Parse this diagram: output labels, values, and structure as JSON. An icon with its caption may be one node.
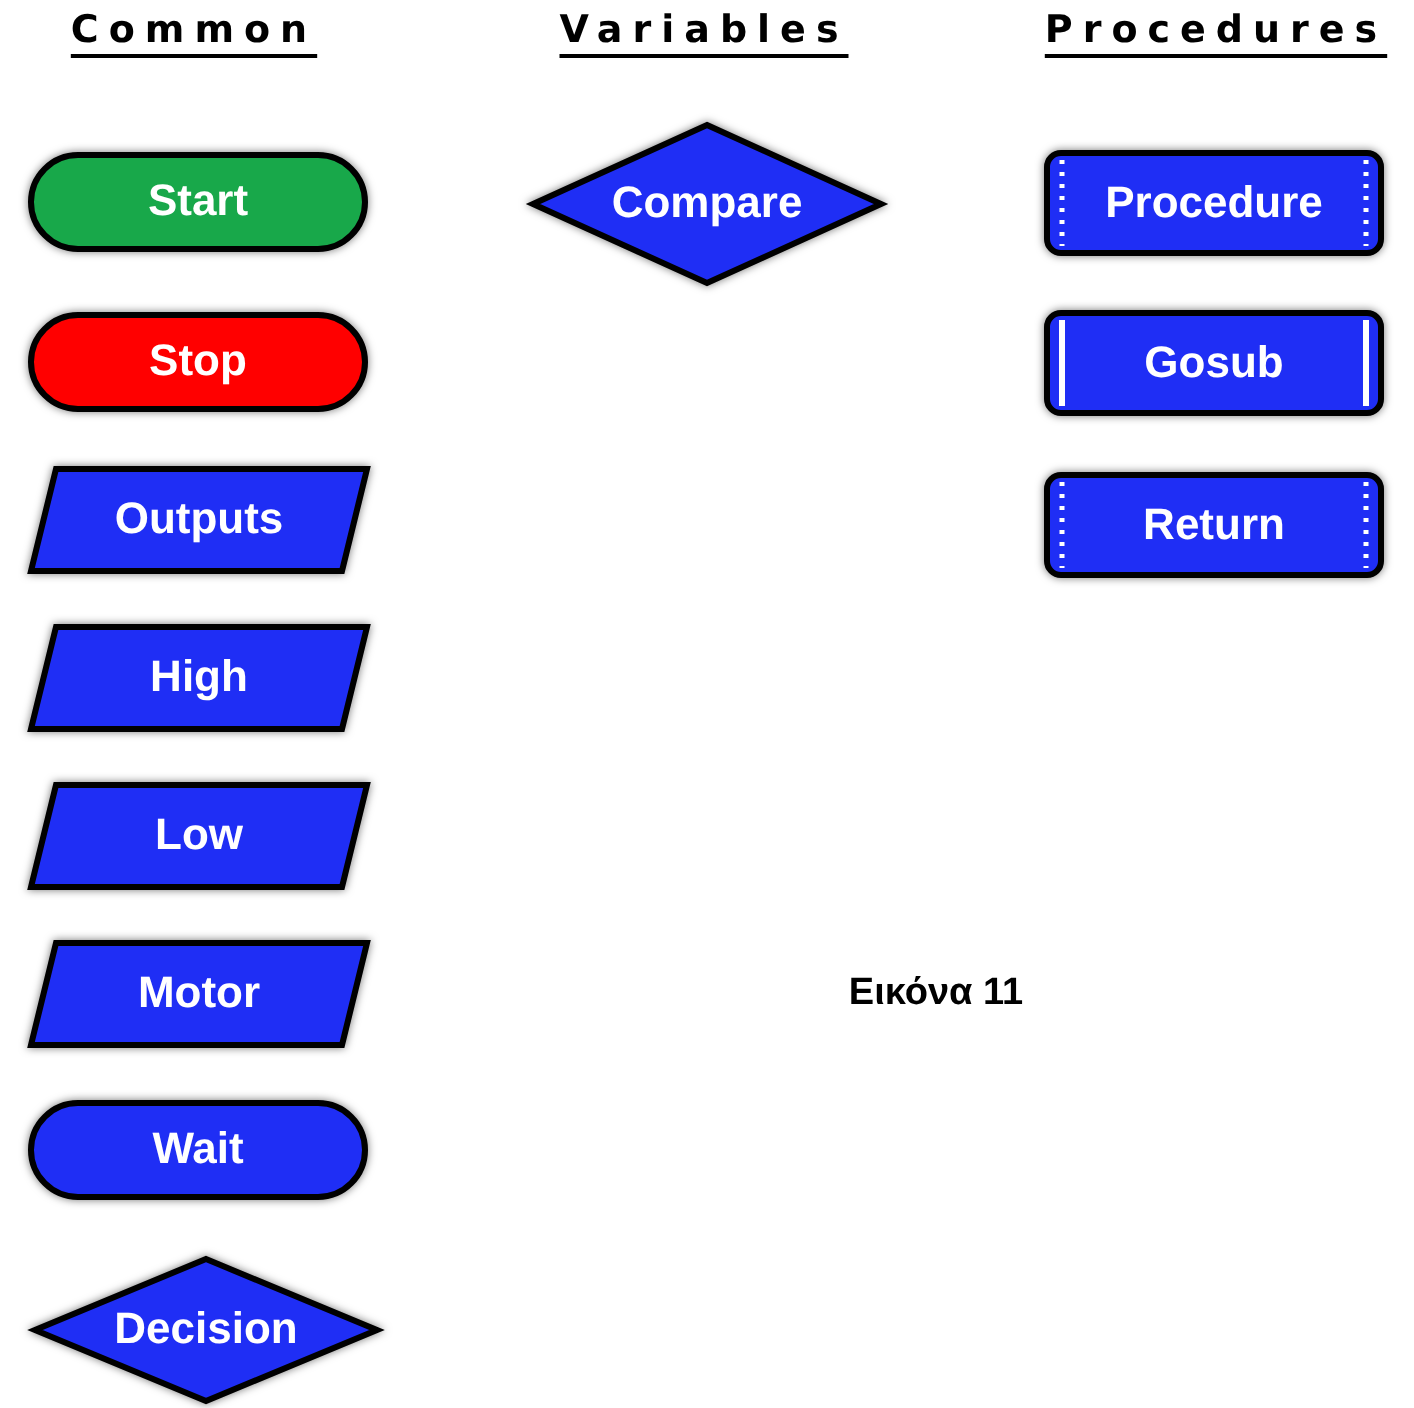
{
  "diagram": {
    "caption": "Εικόνα 11",
    "nodes": [
      {
        "text": [
          "Start"
        ]
      },
      {
        "text": [
          "Stop"
        ]
      },
      {
        "text": [
          "Outputs"
        ]
      },
      {
        "text": [
          "High"
        ]
      },
      {
        "text": [
          "Low"
        ]
      },
      {
        "text": [
          "Motor"
        ]
      },
      {
        "text": [
          "Wait"
        ]
      },
      {
        "text": [
          "Decision"
        ]
      },
      {
        "text": [
          "Compare"
        ]
      },
      {
        "text": [
          "Procedure"
        ]
      },
      {
        "text": [
          "Gosub"
        ]
      },
      {
        "text": [
          "Return"
        ]
      }
    ],
    "labels": [
      "Common",
      "Variables",
      "Procedures"
    ]
  }
}
